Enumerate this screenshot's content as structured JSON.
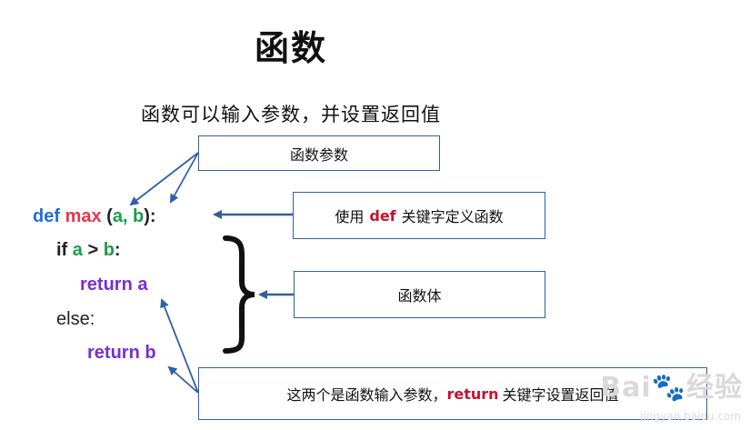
{
  "title": "函数",
  "subtitle": "函数可以输入参数，并设置返回值",
  "boxes": {
    "params": "函数参数",
    "def_pre": "使用",
    "def_kw": "def",
    "def_post": "关键字定义函数",
    "body": "函数体",
    "return_pre": "这两个是函数输入参数，",
    "return_kw": "return",
    "return_post": "关键字设置返回值"
  },
  "code": {
    "line1": {
      "def": "def",
      "name": "max",
      "paren_open": " (",
      "args": "a, b",
      "paren_close": "):"
    },
    "line2": {
      "if": "if",
      "a": "a",
      "op": " > ",
      "b": "b",
      "colon": ":"
    },
    "line3": {
      "return": "return",
      "var": "a"
    },
    "line4": {
      "else": "else:"
    },
    "line5": {
      "return": "return",
      "var": "b"
    }
  },
  "watermark": {
    "brand": "Bai",
    "brand_cn": "经验",
    "url": "jingyan.baidu.com"
  },
  "colors": {
    "arrow": "#2f5fa7",
    "box_border": "#2f5fa7"
  }
}
